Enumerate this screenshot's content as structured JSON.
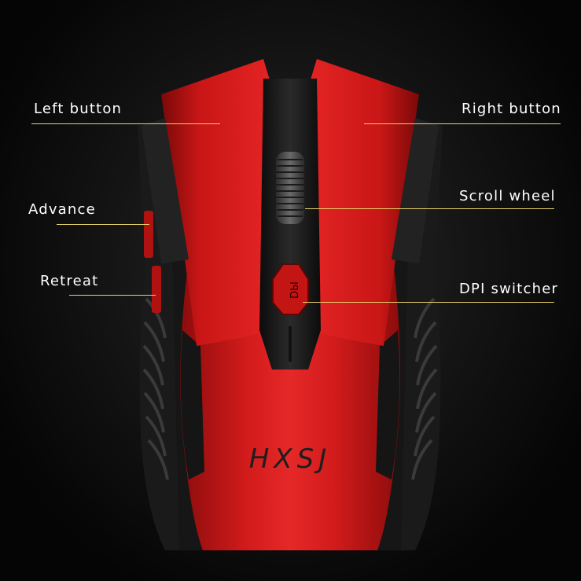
{
  "product": {
    "logo_text": "HXSJ",
    "dpi_button_text": "DPI"
  },
  "callouts": {
    "left_button": "Left button",
    "right_button": "Right button",
    "advance": "Advance",
    "scroll_wheel": "Scroll wheel",
    "retreat": "Retreat",
    "dpi_switcher": "DPI switcher"
  },
  "colors": {
    "shell_red": "#d31a1a",
    "shell_dark_red": "#8e0e0e",
    "body_black": "#1c1c1c",
    "callout_line": "#e8d26a",
    "label_text": "#ffffff"
  }
}
